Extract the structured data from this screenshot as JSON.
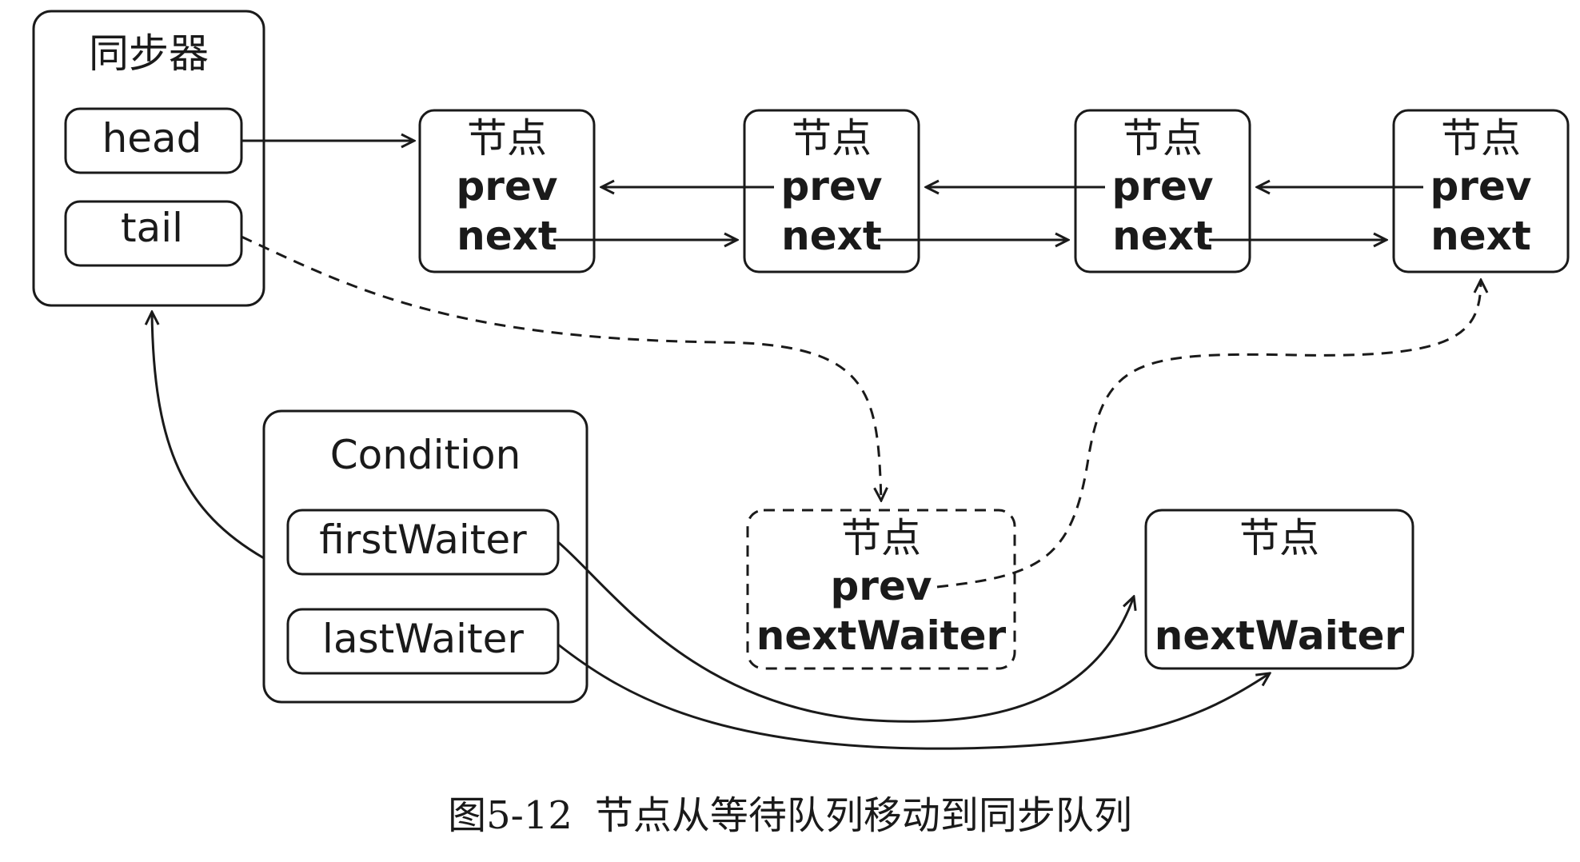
{
  "sync": {
    "title": "同步器",
    "head": "head",
    "tail": "tail"
  },
  "nodes": [
    {
      "title": "节点",
      "prev": "prev",
      "next": "next"
    },
    {
      "title": "节点",
      "prev": "prev",
      "next": "next"
    },
    {
      "title": "节点",
      "prev": "prev",
      "next": "next"
    },
    {
      "title": "节点",
      "prev": "prev",
      "next": "next"
    }
  ],
  "condition": {
    "title": "Condition",
    "first": "firstWaiter",
    "last": "lastWaiter"
  },
  "moving_node": {
    "title": "节点",
    "prev": "prev",
    "next_waiter": "nextWaiter"
  },
  "waiter_node": {
    "title": "节点",
    "next_waiter": "nextWaiter"
  },
  "caption": {
    "number": "图5-12",
    "text": "节点从等待队列移动到同步队列"
  }
}
